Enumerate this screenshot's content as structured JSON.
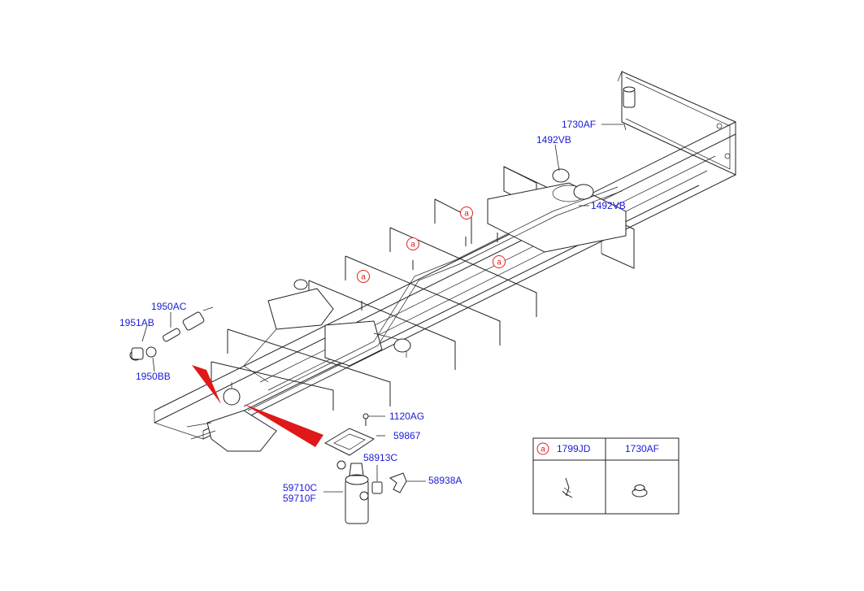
{
  "labels": {
    "l1730AF": "1730AF",
    "l1492VB_top": "1492VB",
    "l1492VB_right": "1492VB",
    "l1950AC": "1950AC",
    "l1951AB": "1951AB",
    "l1950BB": "1950BB",
    "l1120AG": "1120AG",
    "l59867": "59867",
    "l58913C": "58913C",
    "l58938A": "58938A",
    "l59710C": "59710C",
    "l59710F": "59710F"
  },
  "refs": {
    "a1": "a",
    "a2": "a",
    "a3": "a",
    "a4": "a"
  },
  "legend": {
    "ref": "a",
    "col1": "1799JD",
    "col2": "1730AF"
  },
  "colors": {
    "label": "#1a1ad6",
    "reference": "#e02020",
    "pointer": "#e01818",
    "line": "#222222"
  }
}
